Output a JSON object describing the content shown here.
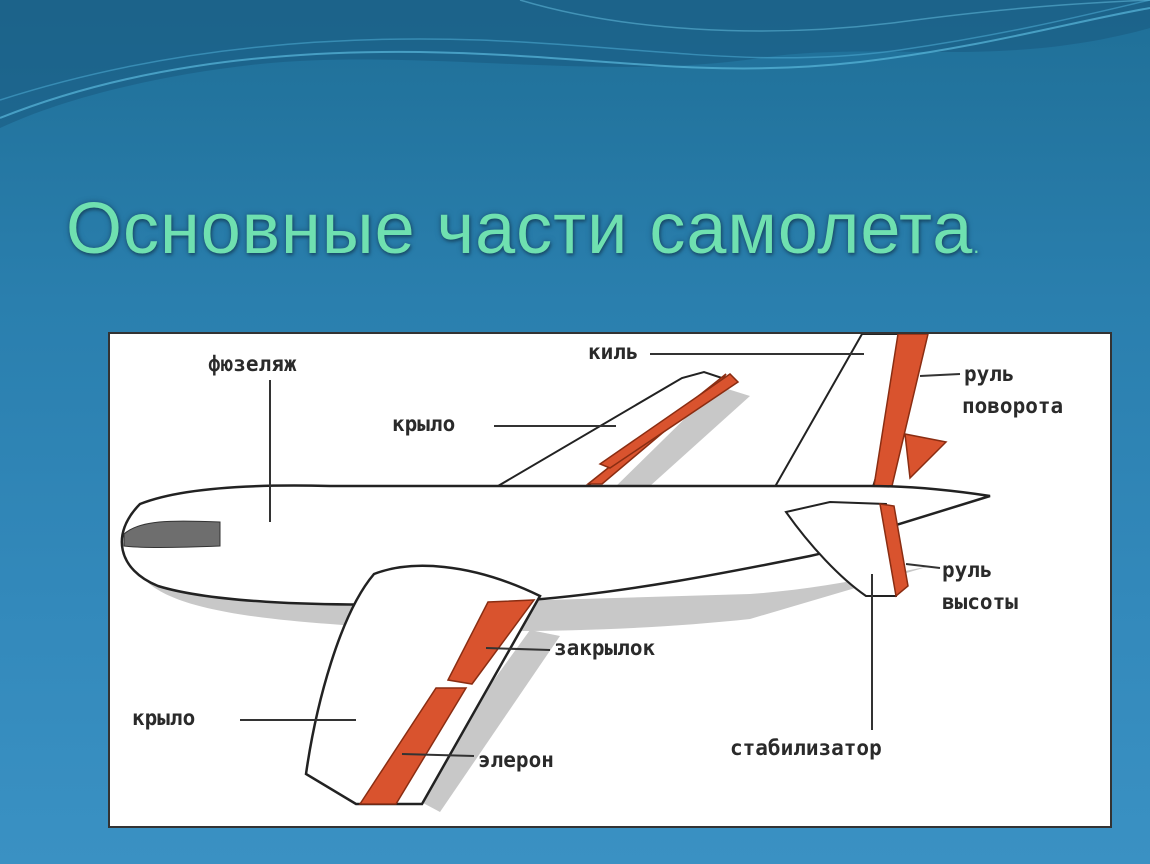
{
  "title": "Основные части самолета",
  "title_dot": ".",
  "colors": {
    "title": "#6fe0b0",
    "background": "#2a7fae",
    "control_surface": "#d9532e",
    "shadow": "#c4c4c4"
  },
  "labels": {
    "fuselage": "фюзеляж",
    "keel": "киль",
    "wing_upper": "крыло",
    "rudder_line1": "руль",
    "rudder_line2": "поворота",
    "elevator_line1": "руль",
    "elevator_line2": "высоты",
    "flap": "закрылок",
    "wing_lower": "крыло",
    "aileron": "элерон",
    "stabilizer": "стабилизатор"
  }
}
